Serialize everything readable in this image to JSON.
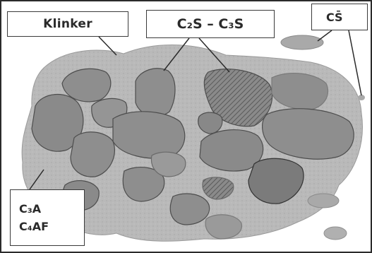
{
  "labels": {
    "klinker": "Klinker",
    "c2s_c3s": "C₂S – C₃S",
    "cs": "CS̄",
    "c3a": "C₃A",
    "c4af": "C₄AF"
  },
  "colors": {
    "matrix": "#b9b9b9",
    "grain": "#8e8e8e",
    "grain_dark": "#7b7b7b",
    "outline": "#4d4d4d",
    "frame": "#2b2b2b"
  }
}
